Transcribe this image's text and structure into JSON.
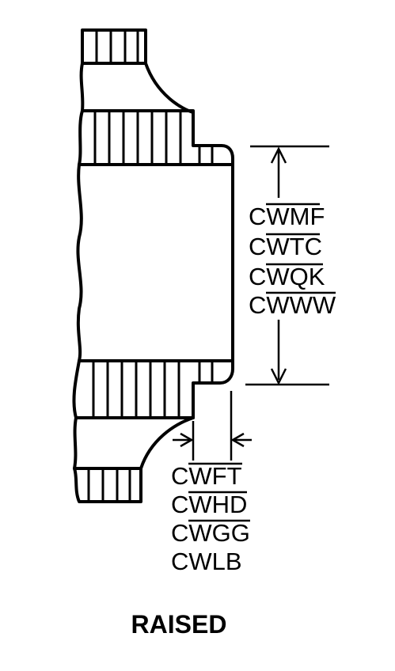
{
  "diagram": {
    "codes_right": [
      "CWMF",
      "CWTC",
      "CWQK",
      "CWWW"
    ],
    "codes_bottom": [
      "CWFT",
      "CWHD",
      "CWGG",
      "CWLB"
    ],
    "caption": "RAISED"
  },
  "colors": {
    "ink": "#000000",
    "background": "#ffffff"
  }
}
